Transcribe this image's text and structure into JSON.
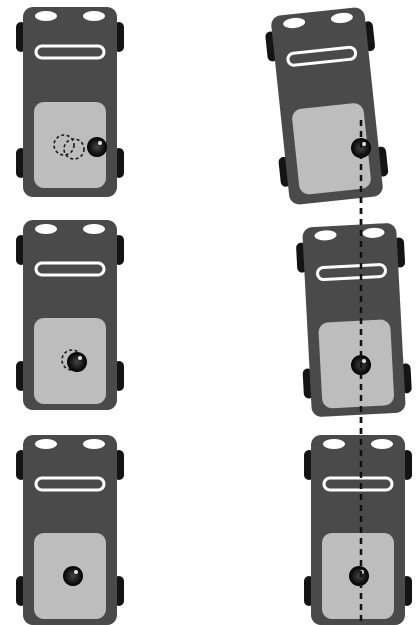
{
  "colors": {
    "background": "#ffffff",
    "body": "#4a4a4a",
    "bed": "#bdbdbd",
    "wheel": "#141414",
    "headlight": "#ffffff",
    "ball": "#0a0a0a",
    "ghost_outline": "#1a1a1a",
    "guide_line": "#111111"
  },
  "left_column": {
    "panels": [
      {
        "id": "upper",
        "ghost_count": 2,
        "ball_state": "displaced-right"
      },
      {
        "id": "middle",
        "ghost_count": 1,
        "ball_state": "slightly-displaced"
      },
      {
        "id": "lower",
        "ghost_count": 0,
        "ball_state": "centered"
      }
    ]
  },
  "right_column": {
    "panels": [
      {
        "id": "upper",
        "truck_tilt_deg": -6,
        "ball_state": "on-line"
      },
      {
        "id": "middle",
        "truck_tilt_deg": -3,
        "ball_state": "on-line"
      },
      {
        "id": "lower",
        "truck_tilt_deg": 0,
        "ball_state": "on-line"
      }
    ],
    "guide_line_style": "dashed"
  }
}
